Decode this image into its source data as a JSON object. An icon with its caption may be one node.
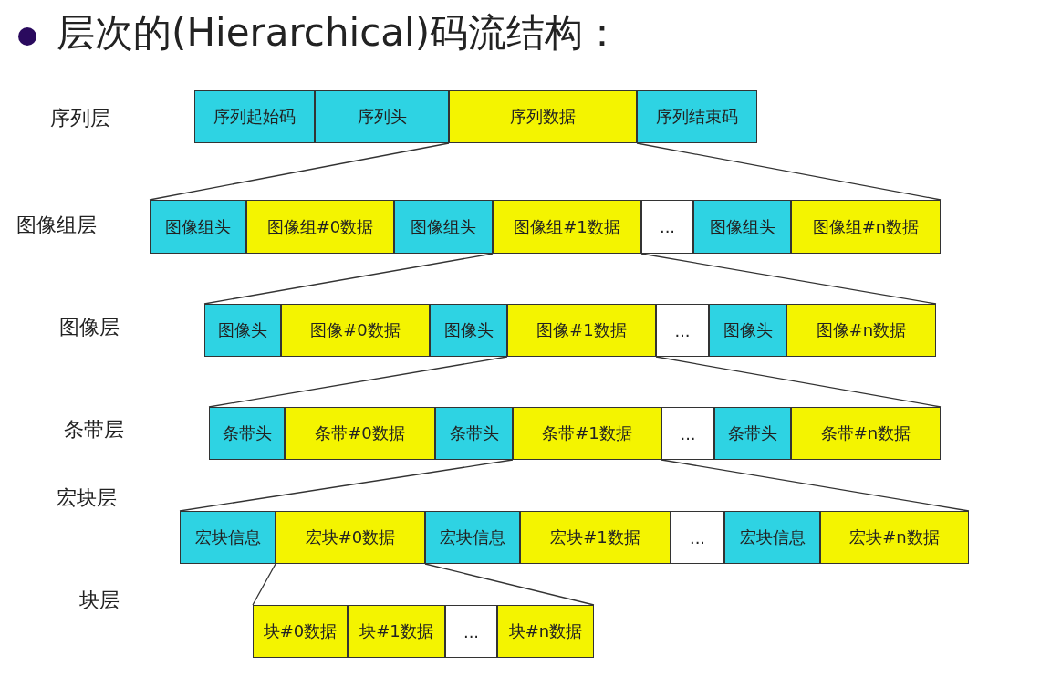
{
  "diagram": {
    "title": "层次的(Hierarchical)码流结构：",
    "nodes": [
      {
        "text": [
          "序列起始码"
        ]
      },
      {
        "text": [
          "序列头"
        ]
      },
      {
        "text": [
          "序列数据"
        ]
      },
      {
        "text": [
          "序列结束码"
        ]
      },
      {
        "text": [
          "图像组头"
        ]
      },
      {
        "text": [
          "图像组#0数据"
        ]
      },
      {
        "text": [
          "图像组头"
        ]
      },
      {
        "text": [
          "图像组#1数据"
        ]
      },
      {
        "text": [
          "..."
        ]
      },
      {
        "text": [
          "图像组头"
        ]
      },
      {
        "text": [
          "图像组#n数据"
        ]
      },
      {
        "text": [
          "图像头"
        ]
      },
      {
        "text": [
          "图像#0数据"
        ]
      },
      {
        "text": [
          "图像头"
        ]
      },
      {
        "text": [
          "图像#1数据"
        ]
      },
      {
        "text": [
          "..."
        ]
      },
      {
        "text": [
          "图像头"
        ]
      },
      {
        "text": [
          "图像#n数据"
        ]
      },
      {
        "text": [
          "条带头"
        ]
      },
      {
        "text": [
          "条带#0数据"
        ]
      },
      {
        "text": [
          "条带头"
        ]
      },
      {
        "text": [
          "条带#1数据"
        ]
      },
      {
        "text": [
          "..."
        ]
      },
      {
        "text": [
          "条带头"
        ]
      },
      {
        "text": [
          "条带#n数据"
        ]
      },
      {
        "text": [
          "宏块信息"
        ]
      },
      {
        "text": [
          "宏块#0数据"
        ]
      },
      {
        "text": [
          "宏块信息"
        ]
      },
      {
        "text": [
          "宏块#1数据"
        ]
      },
      {
        "text": [
          "..."
        ]
      },
      {
        "text": [
          "宏块信息"
        ]
      },
      {
        "text": [
          "宏块#n数据"
        ]
      },
      {
        "text": [
          "块#0数据"
        ]
      },
      {
        "text": [
          "块#1数据"
        ]
      },
      {
        "text": [
          "..."
        ]
      },
      {
        "text": [
          "块#n数据"
        ]
      }
    ],
    "edges": [
      {
        "from": 2,
        "to": 4,
        "arrow": "none"
      },
      {
        "from": 2,
        "to": 10,
        "arrow": "none"
      },
      {
        "from": 7,
        "to": 11,
        "arrow": "none"
      },
      {
        "from": 7,
        "to": 17,
        "arrow": "none"
      },
      {
        "from": 14,
        "to": 18,
        "arrow": "none"
      },
      {
        "from": 14,
        "to": 24,
        "arrow": "none"
      },
      {
        "from": 21,
        "to": 25,
        "arrow": "none"
      },
      {
        "from": 21,
        "to": 31,
        "arrow": "none"
      },
      {
        "from": 26,
        "to": 32,
        "arrow": "none"
      },
      {
        "from": 26,
        "to": 35,
        "arrow": "none"
      }
    ],
    "labels": [
      "序列层",
      "图像组层",
      "图像层",
      "条带层",
      "宏块层",
      "块层"
    ]
  }
}
